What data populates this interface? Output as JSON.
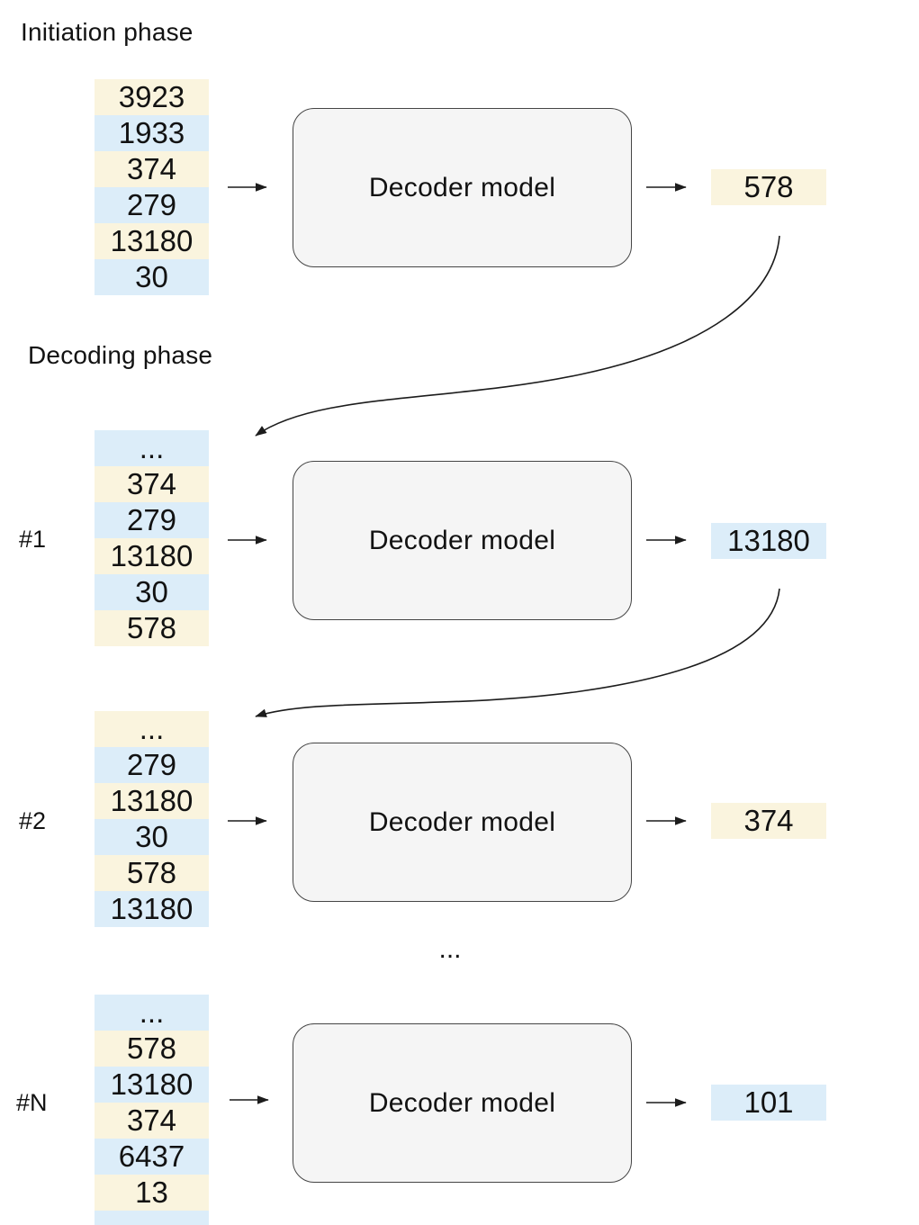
{
  "colors": {
    "yellow": "#FAF4DE",
    "blue": "#DCEDF9",
    "box_fill": "#F5F5F5",
    "box_border": "#454545",
    "arrow": "#1C1C1C",
    "text": "#121212"
  },
  "titles": {
    "initiation": "Initiation phase",
    "decoding": "Decoding phase"
  },
  "decoder_label": "Decoder model",
  "separator_ellipsis": "...",
  "stages": [
    {
      "label": "",
      "tokens": [
        {
          "value": "3923",
          "tone": "y"
        },
        {
          "value": "1933",
          "tone": "b"
        },
        {
          "value": "374",
          "tone": "y"
        },
        {
          "value": "279",
          "tone": "b"
        },
        {
          "value": "13180",
          "tone": "y"
        },
        {
          "value": "30",
          "tone": "b"
        }
      ],
      "output": {
        "value": "578",
        "tone": "y"
      }
    },
    {
      "label": "#1",
      "tokens": [
        {
          "value": "...",
          "tone": "b"
        },
        {
          "value": "374",
          "tone": "y"
        },
        {
          "value": "279",
          "tone": "b"
        },
        {
          "value": "13180",
          "tone": "y"
        },
        {
          "value": "30",
          "tone": "b"
        },
        {
          "value": "578",
          "tone": "y"
        }
      ],
      "output": {
        "value": "13180",
        "tone": "b"
      }
    },
    {
      "label": "#2",
      "tokens": [
        {
          "value": "...",
          "tone": "y"
        },
        {
          "value": "279",
          "tone": "b"
        },
        {
          "value": "13180",
          "tone": "y"
        },
        {
          "value": "30",
          "tone": "b"
        },
        {
          "value": "578",
          "tone": "y"
        },
        {
          "value": "13180",
          "tone": "b"
        }
      ],
      "output": {
        "value": "374",
        "tone": "y"
      }
    },
    {
      "label": "#N",
      "tokens": [
        {
          "value": "...",
          "tone": "b"
        },
        {
          "value": "578",
          "tone": "y"
        },
        {
          "value": "13180",
          "tone": "b"
        },
        {
          "value": "374",
          "tone": "y"
        },
        {
          "value": "6437",
          "tone": "b"
        },
        {
          "value": "13",
          "tone": "y"
        }
      ],
      "partial_token": {
        "tone": "b"
      },
      "output": {
        "value": "101",
        "tone": "b"
      }
    }
  ]
}
